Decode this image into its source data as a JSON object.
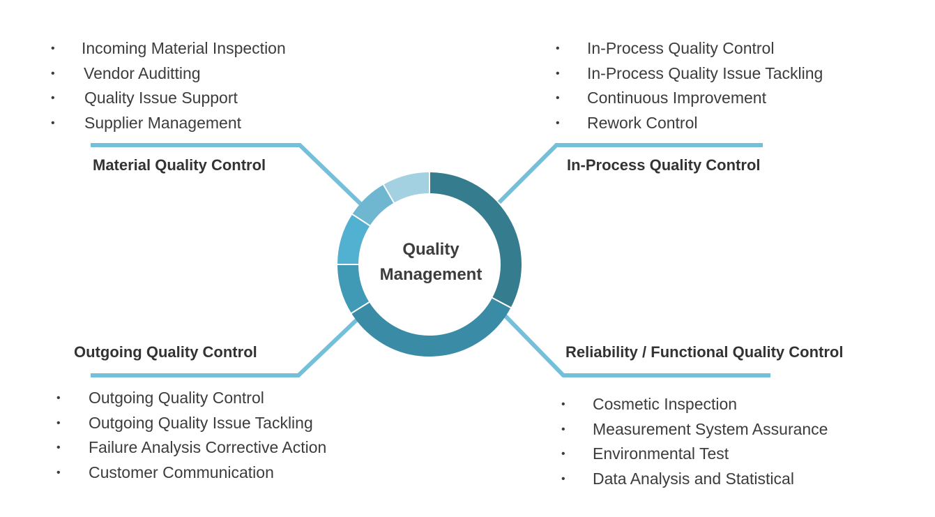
{
  "center": {
    "line1": "Quality",
    "line2": "Management"
  },
  "colors": {
    "branch_line": "#74bfd9",
    "ring_dark": "#347c8e",
    "ring_mid": "#3a8ba5",
    "ring_teal": "#4099b5",
    "ring_bright": "#52b0d0",
    "ring_light": "#6fb7d1",
    "ring_pale": "#a4d1e2",
    "text": "#3c3c3c"
  },
  "branches": {
    "material": {
      "title": "Material Quality Control",
      "items": [
        "Incoming Material Inspection",
        "Vendor Auditting",
        "Quality Issue Support",
        "Supplier Management"
      ]
    },
    "in_process": {
      "title": "In-Process Quality Control",
      "items": [
        "In-Process Quality Control",
        "In-Process Quality Issue Tackling",
        "Continuous Improvement",
        "Rework Control"
      ]
    },
    "outgoing": {
      "title": "Outgoing Quality Control",
      "items": [
        "Outgoing Quality Control",
        "Outgoing Quality Issue Tackling",
        "Failure Analysis Corrective Action",
        "Customer Communication"
      ]
    },
    "reliability": {
      "title": "Reliability / Functional Quality Control",
      "items": [
        "Cosmetic Inspection",
        "Measurement System Assurance",
        "Environmental Test",
        "Data Analysis and Statistical"
      ]
    }
  },
  "bullet_glyph": "•"
}
